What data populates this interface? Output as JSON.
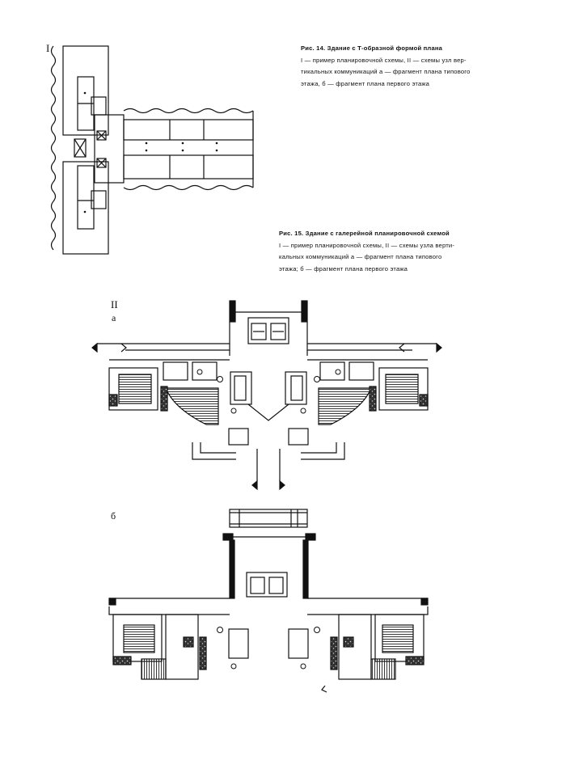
{
  "figure14": {
    "title": "Рис. 14. Здание с Т-образной формой плана",
    "lines": [
      "I — пример планировочной схемы, II — схемы узл вер-",
      "тикальных коммуникаций  а — фрагмент плана типового",
      "этажа, б — фрагмент плана первого этажа"
    ]
  },
  "figure15": {
    "title": "Рис. 15. Здание с галерейной планировочной схемой",
    "lines": [
      "I — пример планировочной схемы, II — схемы узла верти-",
      "кальных  коммуникаций   а — фрагмент  плана  типового",
      "этажа; б — фрагмент плана первого этажа"
    ]
  },
  "labels": {
    "part_one": "I",
    "part_two": "II",
    "typical_floor": "а",
    "first_floor": "б"
  }
}
